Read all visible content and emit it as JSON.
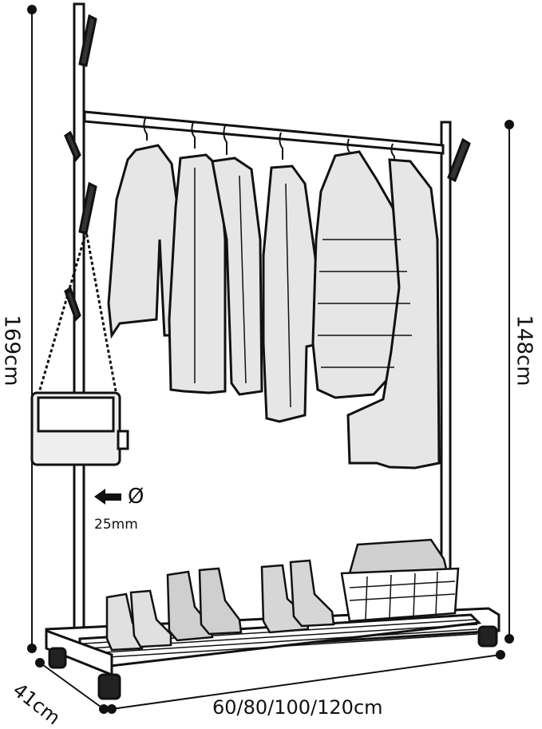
{
  "dimensions": {
    "total_height": "169cm",
    "bar_height": "148cm",
    "depth": "41cm",
    "widths": "60/80/100/120cm",
    "tube_diameter_symbol": "Ø",
    "tube_diameter_value": "25mm"
  },
  "colors": {
    "ink": "#111111",
    "background": "#ffffff",
    "garment": "#e6e6e6"
  },
  "icons": {
    "diameter_arrow": "left-arrow-icon"
  }
}
